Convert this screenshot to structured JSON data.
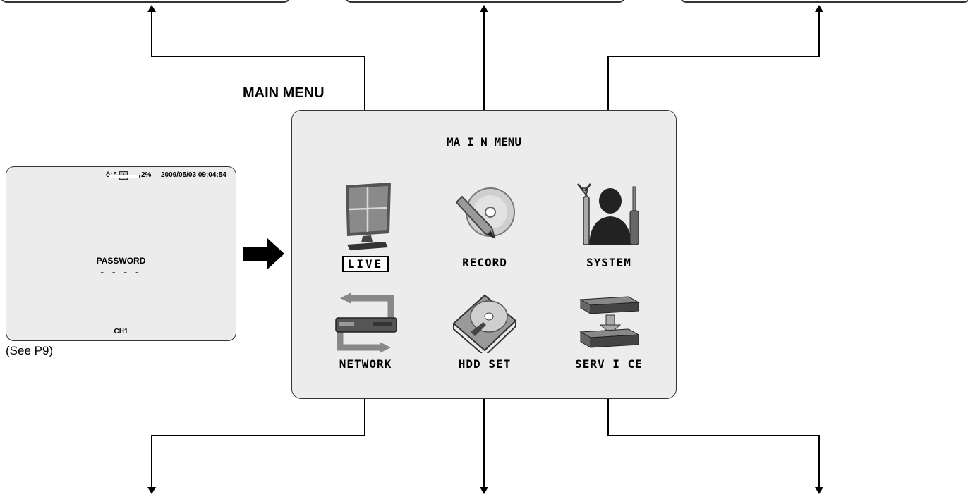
{
  "menu_caption": "MAIN MENU",
  "password_screen": {
    "camera_status": "A",
    "hdd_usage": "2%",
    "datetime": "2009/05/03 09:04:54",
    "prompt": "PASSWORD",
    "entry": "- - - -",
    "channel": "CH1"
  },
  "reference": "(See P9)",
  "main_menu": {
    "title": "MA I N  MENU",
    "items": [
      {
        "label": "LIVE",
        "icon": "monitor-icon",
        "selected": true
      },
      {
        "label": "RECORD",
        "icon": "disc-pencil-icon",
        "selected": false
      },
      {
        "label": "SYSTEM",
        "icon": "technician-icon",
        "selected": false
      },
      {
        "label": "NETWORK",
        "icon": "network-recorder-icon",
        "selected": false
      },
      {
        "label": "HDD  SET",
        "icon": "hard-disk-icon",
        "selected": false
      },
      {
        "label": "SERV I CE",
        "icon": "recorder-transfer-icon",
        "selected": false
      }
    ]
  },
  "colors": {
    "panel": "#ececec",
    "border": "#333333",
    "line": "#000000"
  }
}
